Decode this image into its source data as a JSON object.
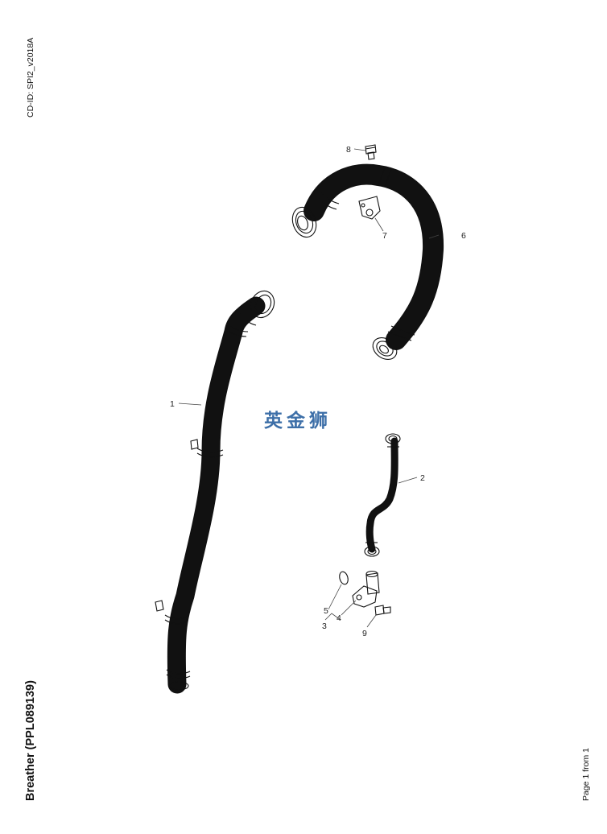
{
  "header": {
    "cd_id": "CD-ID: SPI2_v2018A"
  },
  "title": "Breather (PPL089139)",
  "footer": {
    "page": "Page 1 from 1"
  },
  "watermark": "英金狮",
  "callouts": {
    "c1": "1",
    "c2": "2",
    "c3": "3",
    "c4": "4",
    "c5": "5",
    "c6": "6",
    "c7": "7",
    "c8": "8",
    "c9": "9"
  }
}
